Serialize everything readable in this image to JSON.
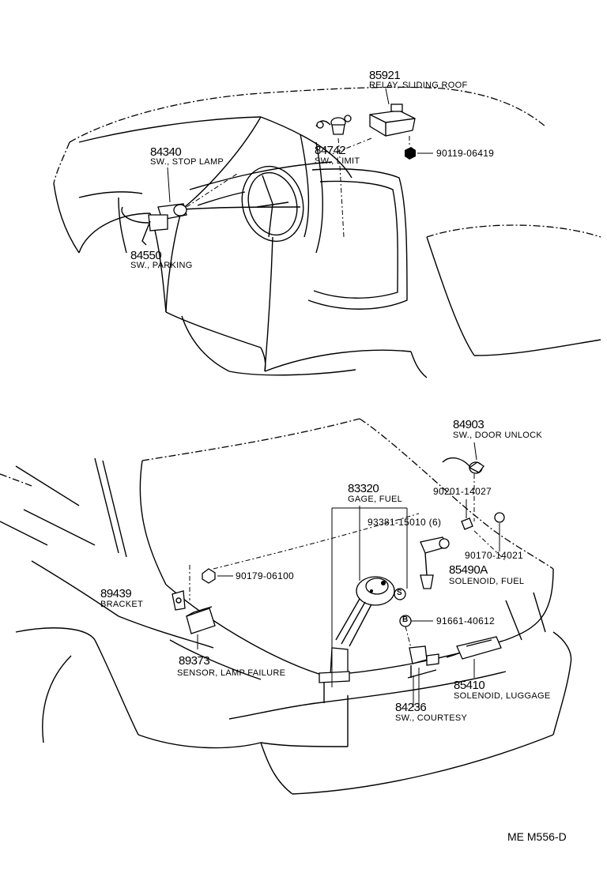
{
  "diagram_code": "ME M556-D",
  "parts": [
    {
      "id": "relay_sliding_roof",
      "number": "85921",
      "name": "RELAY, SLIDING ROOF"
    },
    {
      "id": "bolt_top",
      "number": "90119-06419",
      "name": ""
    },
    {
      "id": "sw_stop_lamp",
      "number": "84340",
      "name": "SW., STOP LAMP"
    },
    {
      "id": "sw_limit",
      "number": "84742",
      "name": "SW., LIMIT"
    },
    {
      "id": "sw_parking",
      "number": "84550",
      "name": "SW., PARKING"
    },
    {
      "id": "sw_door_unlock",
      "number": "84903",
      "name": "SW., DOOR UNLOCK"
    },
    {
      "id": "gage_fuel",
      "number": "83320",
      "name": "GAGE, FUEL"
    },
    {
      "id": "clip_1",
      "number": "90201-14027",
      "name": ""
    },
    {
      "id": "screw_set",
      "number": "93381-15010 (6)",
      "name": ""
    },
    {
      "id": "clip_2",
      "number": "90170-14021",
      "name": ""
    },
    {
      "id": "nut",
      "number": "90179-06100",
      "name": ""
    },
    {
      "id": "solenoid_fuel",
      "number": "85490A",
      "name": "SOLENOID, FUEL"
    },
    {
      "id": "bracket",
      "number": "89439",
      "name": "BRACKET"
    },
    {
      "id": "bolt_bottom",
      "number": "91661-40612",
      "name": ""
    },
    {
      "id": "sensor_lamp_failure",
      "number": "89373",
      "name": "SENSOR, LAMP FAILURE"
    },
    {
      "id": "solenoid_luggage",
      "number": "85410",
      "name": "SOLENOID, LUGGAGE"
    },
    {
      "id": "sw_courtesy",
      "number": "84236",
      "name": "SW., COURTESY"
    }
  ],
  "markers": {
    "s": "S",
    "b": "B"
  }
}
